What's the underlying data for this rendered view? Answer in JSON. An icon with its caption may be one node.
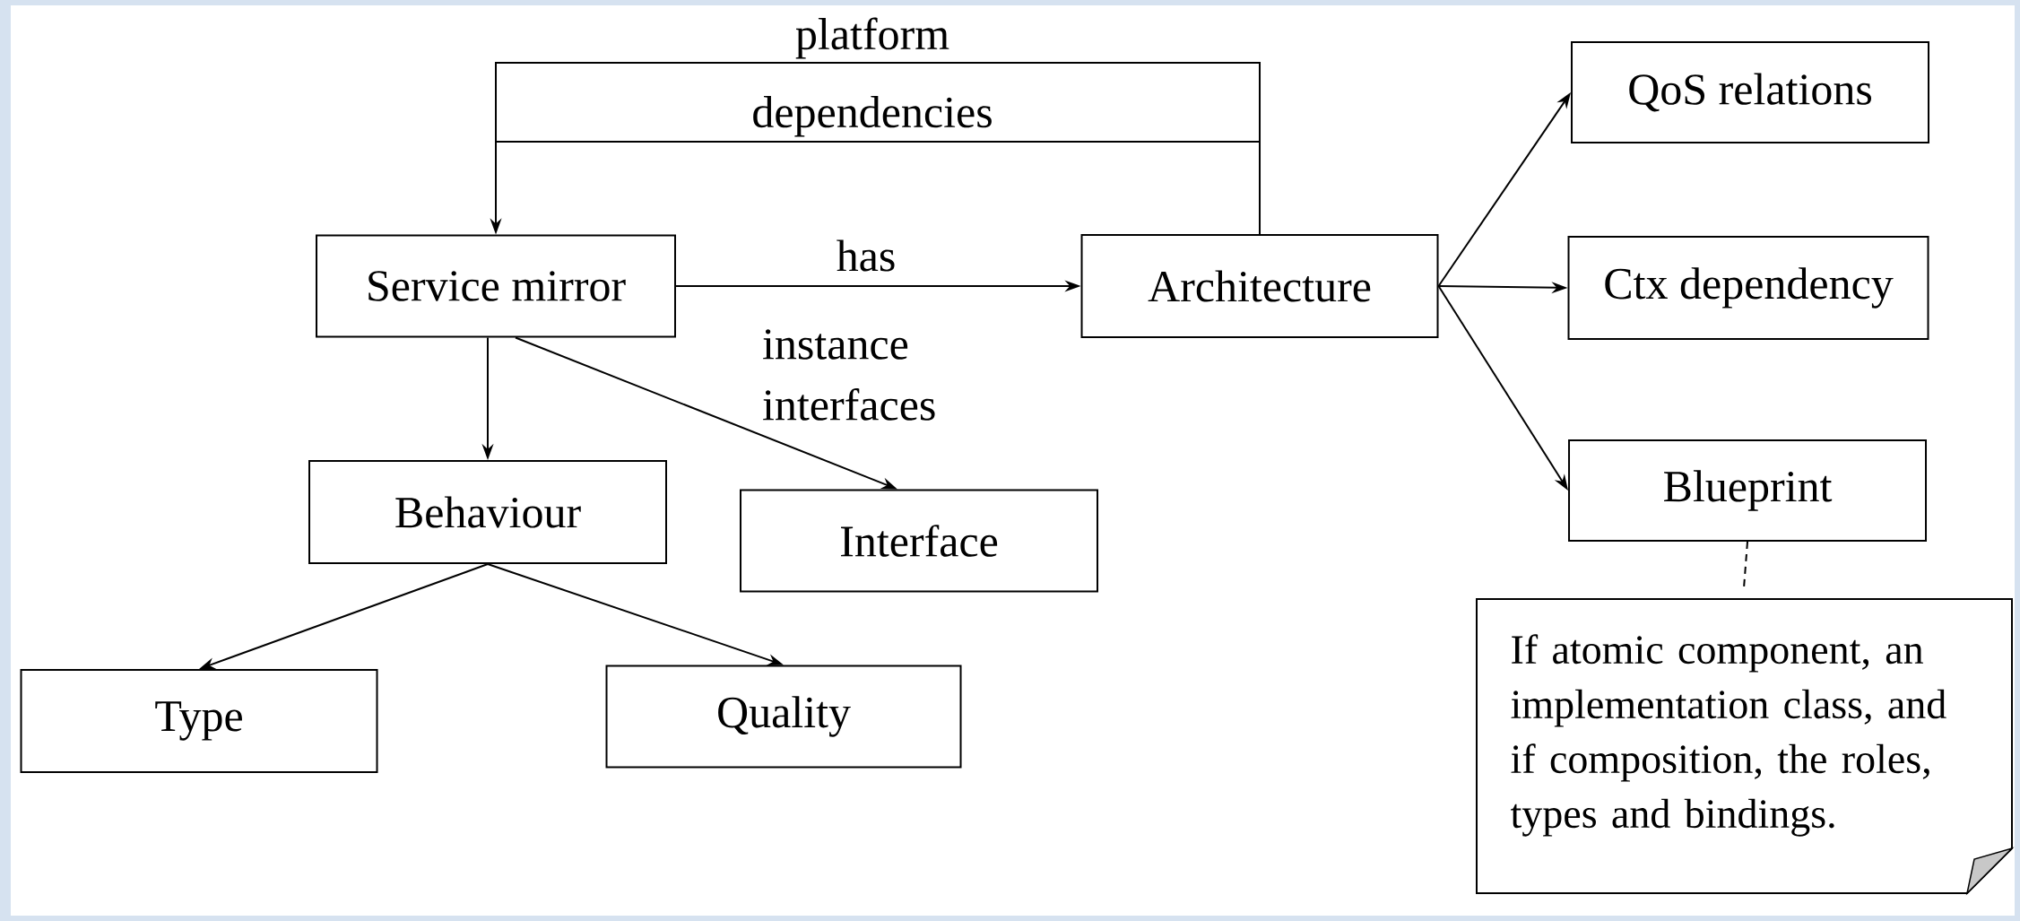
{
  "diagram": {
    "nodes": [
      {
        "text": [
          "Service mirror"
        ]
      },
      {
        "text": [
          "Architecture"
        ]
      },
      {
        "text": [
          "QoS relations"
        ]
      },
      {
        "text": [
          "Ctx dependency"
        ]
      },
      {
        "text": [
          "Blueprint"
        ]
      },
      {
        "text": [
          "Behaviour"
        ]
      },
      {
        "text": [
          "Interface"
        ]
      },
      {
        "text": [
          "Type"
        ]
      },
      {
        "text": [
          "Quality"
        ]
      },
      {
        "text": [
          "If atomic component, an implementation class, and if composition, the roles, types and bindings."
        ]
      }
    ],
    "edges": [
      {
        "from": 1,
        "to": 0,
        "arrow": "to",
        "label": "platform dependencies"
      },
      {
        "from": 0,
        "to": 1,
        "arrow": "to",
        "label": "has"
      },
      {
        "from": 0,
        "to": 6,
        "arrow": "to",
        "label": "instance interfaces"
      },
      {
        "from": 0,
        "to": 5,
        "arrow": "to"
      },
      {
        "from": 1,
        "to": 2,
        "arrow": "to"
      },
      {
        "from": 1,
        "to": 3,
        "arrow": "to"
      },
      {
        "from": 1,
        "to": 4,
        "arrow": "to"
      },
      {
        "from": 5,
        "to": 7,
        "arrow": "to"
      },
      {
        "from": 5,
        "to": 8,
        "arrow": "to"
      },
      {
        "from": 4,
        "to": 9,
        "arrow": "none",
        "style": "dashed"
      }
    ]
  }
}
